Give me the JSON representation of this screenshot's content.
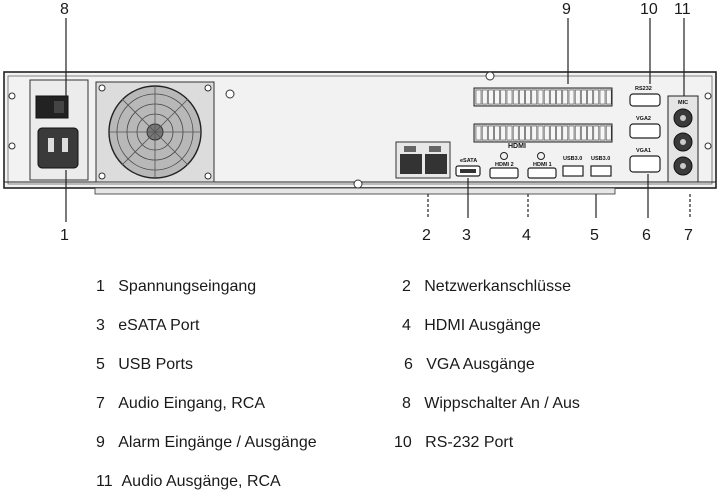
{
  "callouts": [
    "1",
    "2",
    "3",
    "4",
    "5",
    "6",
    "7",
    "8",
    "9",
    "10",
    "11"
  ],
  "port_labels": {
    "esata": "eSATA",
    "usb_a": "USB3.0",
    "usb_b": "USB3.0",
    "vga1": "VGA1",
    "vga2": "VGA2",
    "rs232": "RS232",
    "mic": "MIC",
    "hdmi_logo": "HDMI",
    "hdmi1": "HDMI 1",
    "hdmi2": "HDMI 2"
  },
  "legend": [
    {
      "num": "1",
      "text": "Spannungseingang"
    },
    {
      "num": "2",
      "text": "Netzwerkanschlüsse"
    },
    {
      "num": "3",
      "text": "eSATA Port"
    },
    {
      "num": "4",
      "text": "HDMI Ausgänge"
    },
    {
      "num": "5",
      "text": "USB Ports"
    },
    {
      "num": "6",
      "text": "VGA Ausgänge"
    },
    {
      "num": "7",
      "text": "Audio Eingang, RCA"
    },
    {
      "num": "8",
      "text": "Wippschalter An / Aus"
    },
    {
      "num": "9",
      "text": "Alarm Eingänge / Ausgänge"
    },
    {
      "num": "10",
      "text": "RS-232 Port"
    },
    {
      "num": "11",
      "text": "Audio Ausgänge, RCA"
    }
  ]
}
